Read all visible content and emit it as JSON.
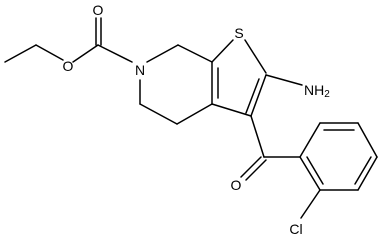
{
  "molecule": {
    "atoms": {
      "ester_oxygen": "O",
      "carbonyl_oxygen_ester": "O",
      "ring_nitrogen": "N",
      "thiophene_sulfur": "S",
      "amino_group": "NH",
      "amino_group_subscript": "2",
      "ketone_oxygen": "O",
      "chlorine": "Cl"
    },
    "colors": {
      "bond": "#000000",
      "background": "#ffffff"
    }
  }
}
